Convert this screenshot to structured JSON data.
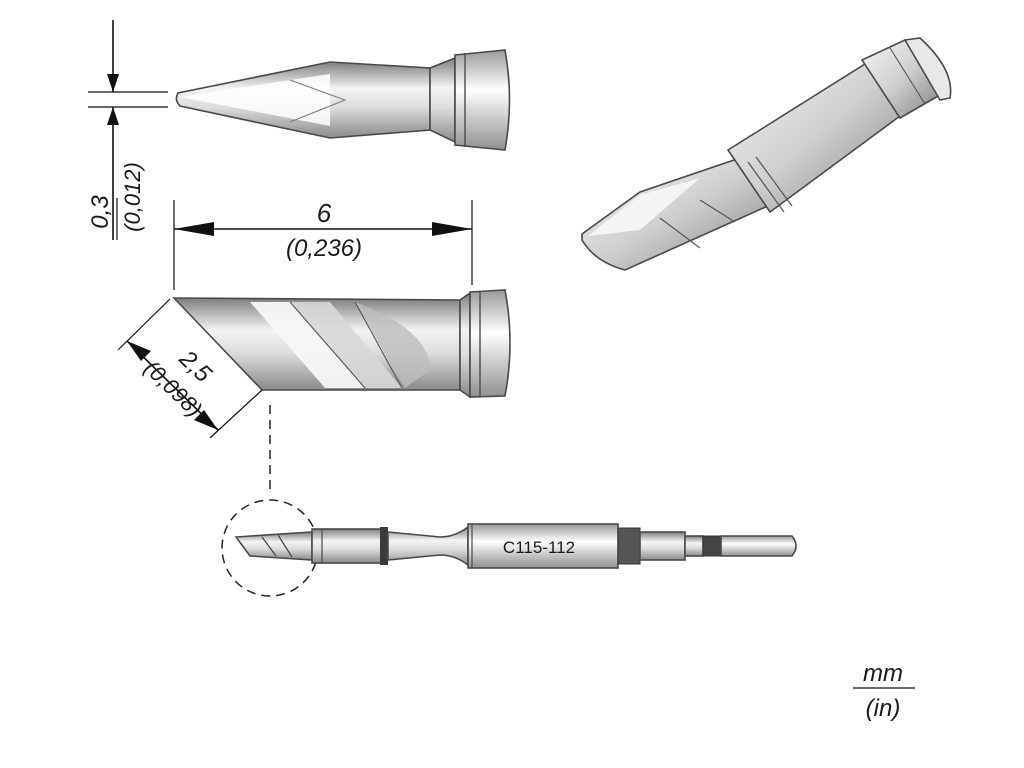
{
  "dimensions": {
    "width": {
      "mm": "0,3",
      "in": "(0,012)"
    },
    "length": {
      "mm": "6",
      "in": "(0,236)"
    },
    "blade": {
      "mm": "2,5",
      "in": "(0,098)"
    }
  },
  "part_number": "C115-112",
  "units": {
    "top": "mm",
    "bottom": "(in)"
  },
  "colors": {
    "metal_light": "#f2f2f2",
    "metal_mid": "#c9c9c9",
    "metal_dark": "#8d8d8d",
    "outline": "#4a4a4a",
    "line": "#111111"
  }
}
